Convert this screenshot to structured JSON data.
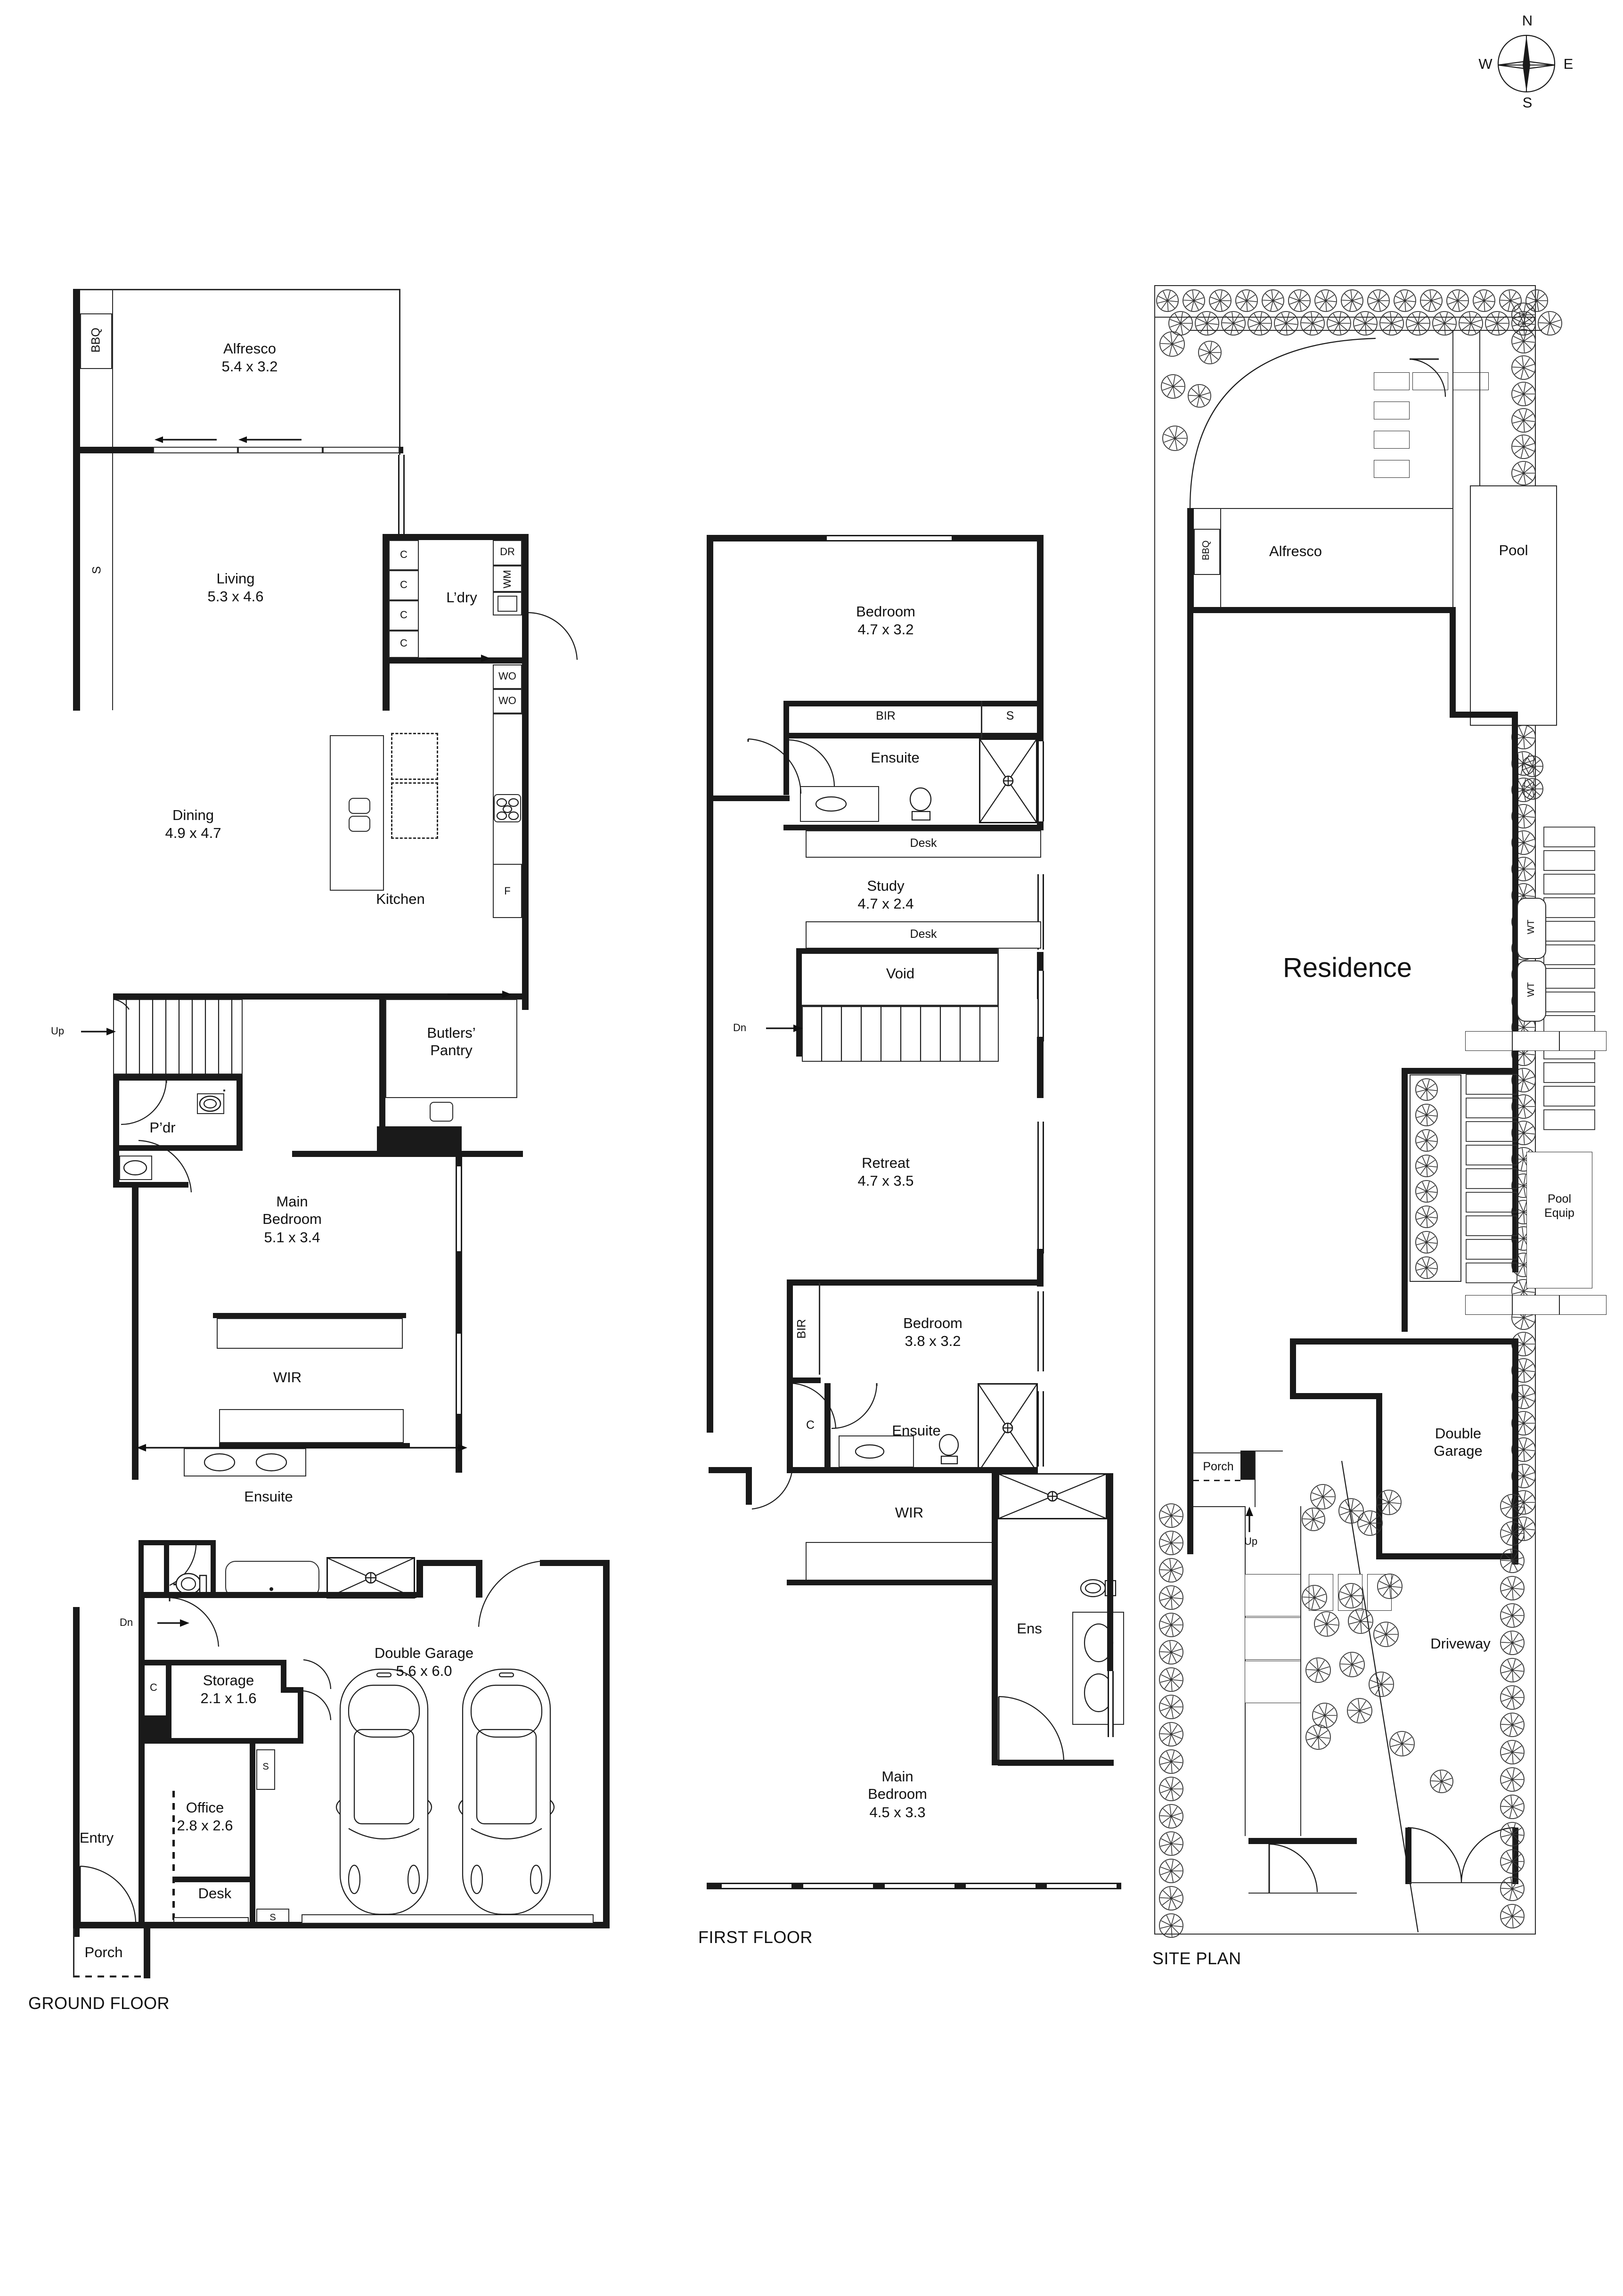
{
  "compass": {
    "n": "N",
    "e": "E",
    "s": "S",
    "w": "W",
    "name": "compass-rose"
  },
  "plans": [
    {
      "id": "ground",
      "title": "GROUND FLOOR"
    },
    {
      "id": "first",
      "title": "FIRST FLOOR"
    },
    {
      "id": "site",
      "title": "SITE PLAN"
    }
  ],
  "ground_floor": {
    "title": "GROUND FLOOR",
    "rooms": [
      {
        "name": "Alfresco",
        "dim": "5.4 x 3.2"
      },
      {
        "name": "Living",
        "dim": "5.3 x 4.6"
      },
      {
        "name": "Dining",
        "dim": "4.9 x 4.7"
      },
      {
        "name": "Kitchen",
        "dim": ""
      },
      {
        "name": "Butlers’ Pantry",
        "dim": ""
      },
      {
        "name": "L’dry",
        "dim": ""
      },
      {
        "name": "P’dr",
        "dim": ""
      },
      {
        "name": "Main Bedroom",
        "dim": "5.1 x 3.4"
      },
      {
        "name": "WIR",
        "dim": ""
      },
      {
        "name": "Ensuite",
        "dim": ""
      },
      {
        "name": "Storage",
        "dim": "2.1 x 1.6"
      },
      {
        "name": "Office",
        "dim": "2.8 x 2.6"
      },
      {
        "name": "Double Garage",
        "dim": "5.6 x 6.0"
      },
      {
        "name": "Entry",
        "dim": ""
      },
      {
        "name": "Porch",
        "dim": ""
      }
    ],
    "labels": {
      "alfresco": "Alfresco",
      "alfresco_dim": "5.4 x 3.2",
      "living": "Living",
      "living_dim": "5.3 x 4.6",
      "dining": "Dining",
      "dining_dim": "4.9 x 4.7",
      "kitchen": "Kitchen",
      "butlers": "Butlers’\nPantry",
      "laundry": "L’dry",
      "powder": "P’dr",
      "main_bedroom": "Main\nBedroom",
      "main_bedroom_dim": "5.1 x 3.4",
      "wir": "WIR",
      "ensuite": "Ensuite",
      "storage": "Storage",
      "storage_dim": "2.1 x 1.6",
      "office": "Office",
      "office_dim": "2.8 x 2.6",
      "garage": "Double Garage",
      "garage_dim": "5.6 x 6.0",
      "entry": "Entry",
      "porch": "Porch",
      "desk": "Desk",
      "bbq": "BBQ",
      "up": "Up",
      "dn": "Dn",
      "s1": "S",
      "s2": "S",
      "s3": "S",
      "c1": "C",
      "c2": "C",
      "c3": "C",
      "c4": "C",
      "c5": "C",
      "dr": "DR",
      "wm": "WM",
      "wo1": "WO",
      "wo2": "WO",
      "f": "F"
    }
  },
  "first_floor": {
    "title": "FIRST FLOOR",
    "labels": {
      "bedroom1": "Bedroom",
      "bedroom1_dim": "4.7 x 3.2",
      "bir1": "BIR",
      "s1": "S",
      "ensuite1": "Ensuite",
      "desk1": "Desk",
      "study": "Study",
      "study_dim": "4.7 x 2.4",
      "desk2": "Desk",
      "void": "Void",
      "dn": "Dn",
      "retreat": "Retreat",
      "retreat_dim": "4.7 x 3.5",
      "bir2": "BIR",
      "bedroom2": "Bedroom",
      "bedroom2_dim": "3.8 x 3.2",
      "c": "C",
      "ensuite2": "Ensuite",
      "wir": "WIR",
      "ens": "Ens",
      "main_bedroom": "Main\nBedroom",
      "main_bedroom_dim": "4.5 x 3.3"
    }
  },
  "site_plan": {
    "title": "SITE PLAN",
    "labels": {
      "bbq": "BBQ",
      "alfresco": "Alfresco",
      "pool": "Pool",
      "residence": "Residence",
      "wt1": "WT",
      "wt2": "WT",
      "pool_equip": "Pool\nEquip",
      "garage": "Double\nGarage",
      "driveway": "Driveway",
      "porch": "Porch",
      "up": "Up"
    }
  },
  "colors": {
    "wall": "#1a1a1a",
    "line": "#2b2b2b",
    "paper": "#ffffff",
    "text": "#111111"
  }
}
